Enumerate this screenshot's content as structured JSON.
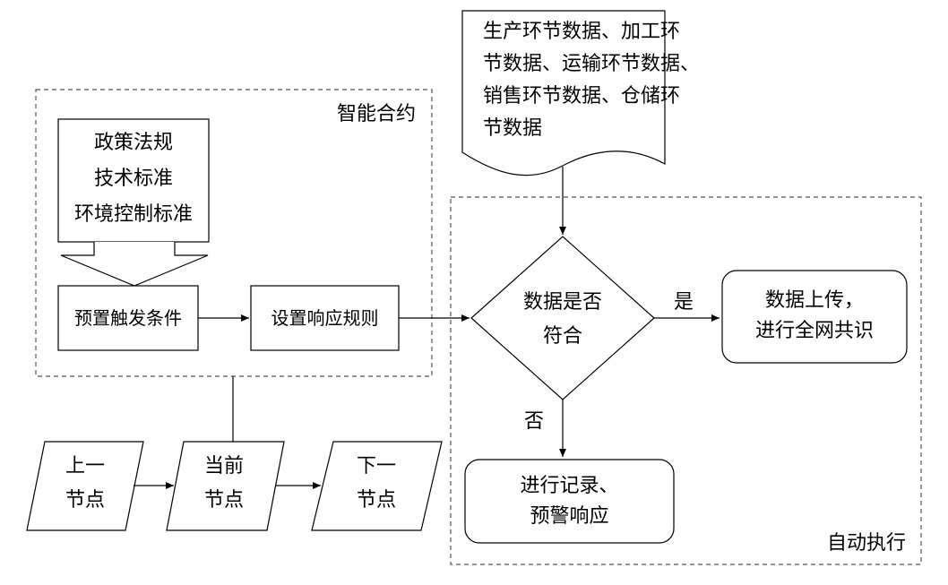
{
  "smart_contract": {
    "title": "智能合约",
    "policy_box": {
      "lines": [
        "政策法规",
        "技术标准",
        "环境控制标准"
      ]
    },
    "preset_trigger": "预置触发条件",
    "set_response_rule": "设置响应规则"
  },
  "data_doc": {
    "lines": [
      "生产环节数据、加工环",
      "节数据、运输环节数据、",
      "销售环节数据、仓储环",
      "节数据"
    ]
  },
  "auto_exec": {
    "title": "自动执行",
    "decision": {
      "lines": [
        "数据是否",
        "符合"
      ]
    },
    "yes_label": "是",
    "no_label": "否",
    "upload_box": {
      "lines": [
        "数据上传，",
        "进行全网共识"
      ]
    },
    "record_box": {
      "lines": [
        "进行记录、",
        "预警响应"
      ]
    }
  },
  "nodes": {
    "prev": {
      "lines": [
        "上一",
        "节点"
      ]
    },
    "current": {
      "lines": [
        "当前",
        "节点"
      ]
    },
    "next": {
      "lines": [
        "下一",
        "节点"
      ]
    }
  }
}
